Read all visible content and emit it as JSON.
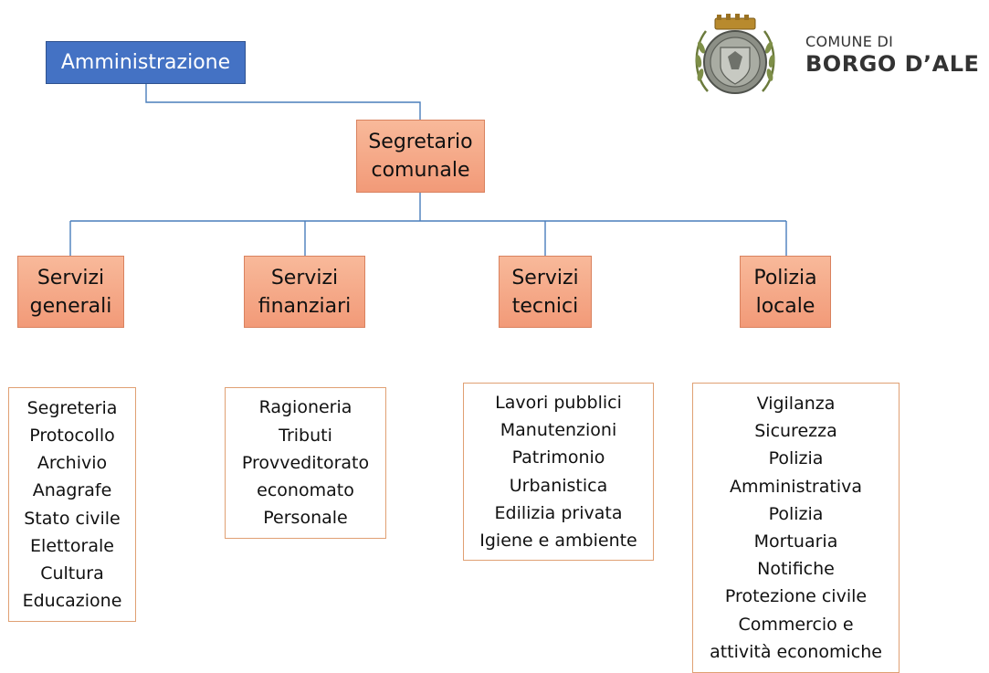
{
  "header": {
    "admin": "Amministrazione",
    "logo_line1": "COMUNE DI",
    "logo_line2": "BORGO D’ALE"
  },
  "segretario": [
    "Segretario",
    "comunale"
  ],
  "departments": [
    {
      "title": [
        "Servizi",
        "generali"
      ],
      "items": [
        "Segreteria",
        "Protocollo",
        "Archivio",
        "Anagrafe",
        "Stato civile",
        "Elettorale",
        "Cultura",
        "Educazione"
      ]
    },
    {
      "title": [
        "Servizi",
        "finanziari"
      ],
      "items": [
        "Ragioneria",
        "Tributi",
        "Provveditorato",
        "economato",
        "Personale"
      ]
    },
    {
      "title": [
        "Servizi",
        "tecnici"
      ],
      "items": [
        "Lavori pubblici",
        "Manutenzioni",
        "Patrimonio",
        "Urbanistica",
        "Edilizia privata",
        "Igiene e ambiente"
      ]
    },
    {
      "title": [
        "Polizia",
        "locale"
      ],
      "items": [
        "Vigilanza",
        "Sicurezza",
        "Polizia",
        "Amministrativa",
        "Polizia",
        "Mortuaria",
        "Notifiche",
        "Protezione civile",
        "Commercio e",
        "attività economiche"
      ]
    }
  ],
  "colors": {
    "admin_fill": "#4472c4",
    "box_fill": "#f4a582",
    "connector": "#4a7ebb",
    "list_border": "#e0a073"
  }
}
